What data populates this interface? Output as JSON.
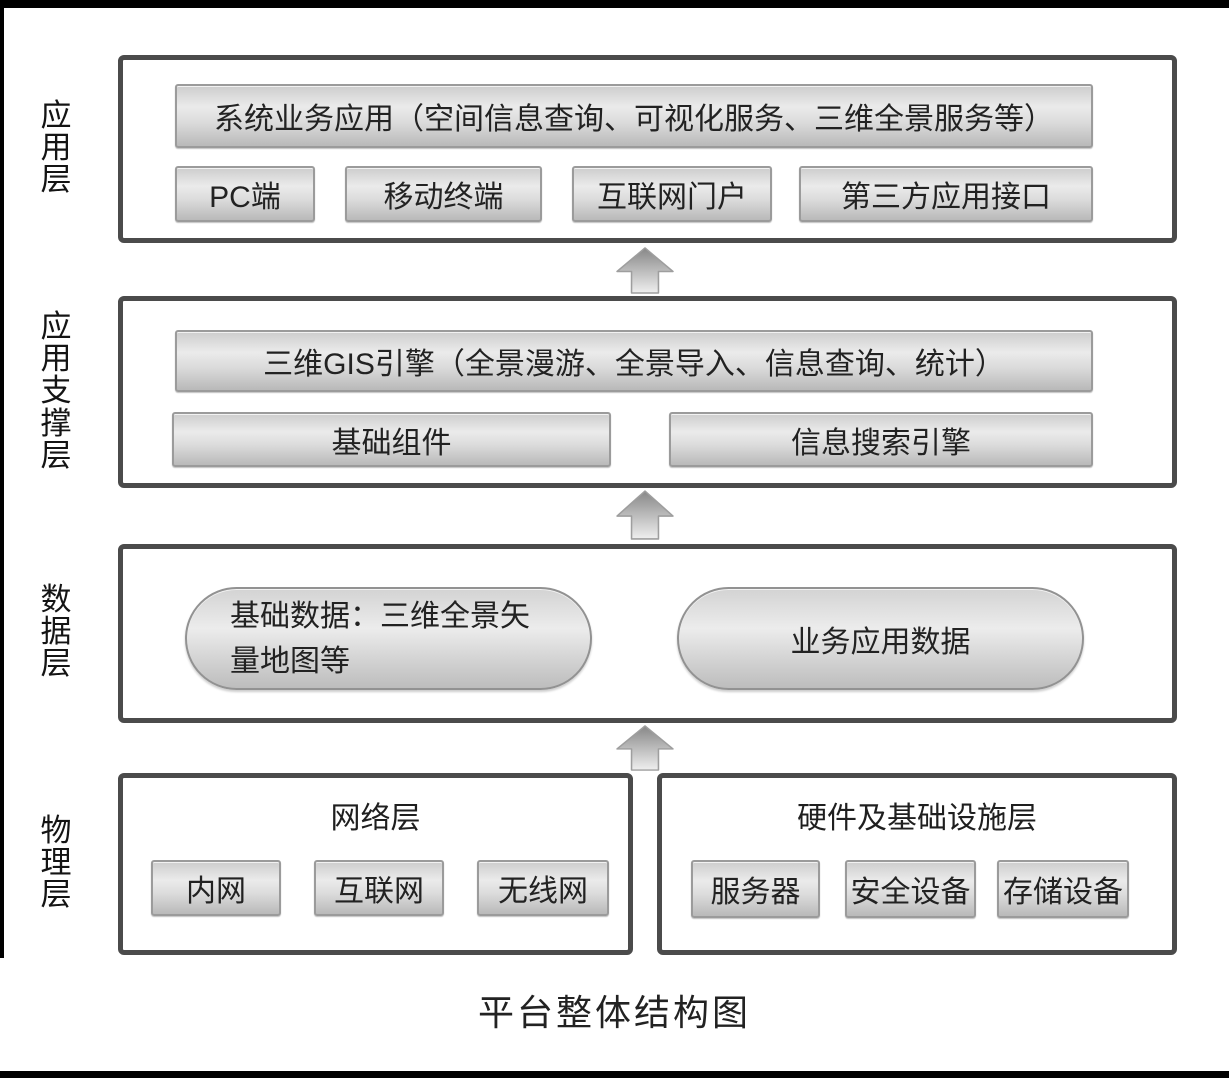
{
  "caption": "平台整体结构图",
  "colors": {
    "container_border": "#4b4b4b",
    "box_border": "#9b9b9b",
    "box_fill_light": "#ebebeb",
    "box_fill_dark": "#b9b9b9",
    "arrow_top": "#878787",
    "arrow_bottom": "#efefef",
    "text": "#1f1f1f"
  },
  "layers": {
    "application": {
      "label": "应用层",
      "title": "系统业务应用（空间信息查询、可视化服务、三维全景服务等）",
      "buttons": [
        {
          "label": "PC端"
        },
        {
          "label": "移动终端"
        },
        {
          "label": "互联网门户"
        },
        {
          "label": "第三方应用接口"
        }
      ]
    },
    "support": {
      "label": "应用支撑层",
      "title": "三维GIS引擎（全景漫游、全景导入、信息查询、统计）",
      "buttons": [
        {
          "label": "基础组件"
        },
        {
          "label": "信息搜索引擎"
        }
      ]
    },
    "data": {
      "label": "数据层",
      "ellipses": [
        {
          "label": "基础数据：三维全景矢量地图等"
        },
        {
          "label": "业务应用数据"
        }
      ]
    },
    "physical": {
      "label": "物理层",
      "network": {
        "title": "网络层",
        "buttons": [
          {
            "label": "内网"
          },
          {
            "label": "互联网"
          },
          {
            "label": "无线网"
          }
        ]
      },
      "hardware": {
        "title": "硬件及基础设施层",
        "buttons": [
          {
            "label": "服务器"
          },
          {
            "label": "安全设备"
          },
          {
            "label": "存储设备"
          }
        ]
      }
    }
  }
}
